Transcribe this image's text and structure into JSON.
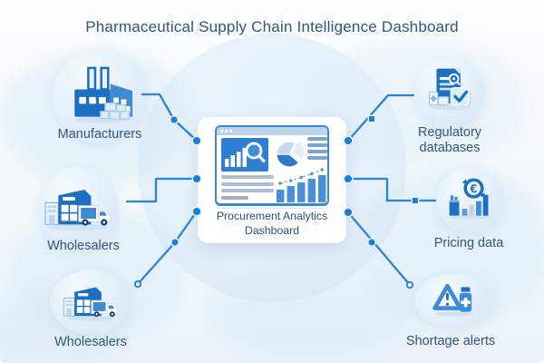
{
  "title": "Pharmaceutical Supply Chain Intelligence Dashboard",
  "center": {
    "label": "Procurement Analytics Dashboard",
    "window_icon": "analytics-dashboard-window"
  },
  "nodes": [
    {
      "id": "manufacturers",
      "label": "Manufacturers",
      "icon": "factory-boxes-icon",
      "side": "left"
    },
    {
      "id": "wholesalers-top",
      "label": "Wholesalers",
      "icon": "warehouse-truck-icon",
      "side": "left"
    },
    {
      "id": "wholesalers-bottom",
      "label": "Wholesalers",
      "icon": "warehouse-truck-icon",
      "side": "left"
    },
    {
      "id": "regulatory-databases",
      "label": "Regulatory databases",
      "icon": "regulatory-document-check-icon",
      "side": "right"
    },
    {
      "id": "pricing-data",
      "label": "Pricing data",
      "icon": "euro-price-chart-icon",
      "side": "right"
    },
    {
      "id": "shortage-alerts",
      "label": "Shortage alerts",
      "icon": "warning-medicine-bottle-icon",
      "side": "right"
    }
  ],
  "colors": {
    "ink": "#33567B",
    "accent_line": "#2A84D3",
    "node_dot": "#1B7FD4",
    "icon_dark": "#1D6FC4",
    "icon_mid": "#3F8AD5",
    "icon_light": "#D9EAF8",
    "win_border": "#3A85D8",
    "win_titlebar": "#B9D4EC",
    "panel_blue": "#2E7FD4",
    "chart_bar": "#4A90D9",
    "chart_bar_gray": "#C9D2DA",
    "line_placeholder": "#A9C0D8",
    "bg_tint": "#DCEBF6"
  }
}
